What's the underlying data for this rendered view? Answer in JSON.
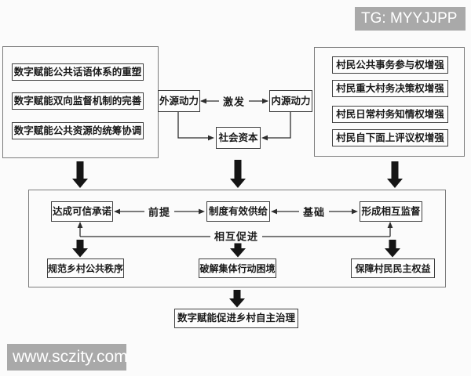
{
  "watermarks": {
    "top": "TG: MYYJJPP",
    "bottom": "www.sczity.com"
  },
  "colors": {
    "watermark_bg": "#a9a9a9",
    "watermark_text": "#ffffff",
    "box_border": "#3f3f3f",
    "container_border": "#7b7b7b",
    "arrow": "#151515",
    "text": "#1a1a1a",
    "background": "#fbfbfb"
  },
  "diagram": {
    "left_group": {
      "items": [
        "数字赋能公共话语体系的重塑",
        "数字赋能双向监督机制的完善",
        "数字赋能公共资源的统筹协调"
      ]
    },
    "right_group": {
      "items": [
        "村民公共事务参与权增强",
        "村民重大村务决策权增强",
        "村民日常村务知情权增强",
        "村民自下面上评议权增强"
      ]
    },
    "power": {
      "external": "外源动力",
      "internal": "内源动力",
      "stimulate_label": "激发",
      "social_capital": "社会资本"
    },
    "middle": {
      "commitment": "达成可信承诺",
      "premise_label": "前提",
      "institution": "制度有效供给",
      "foundation_label": "基础",
      "supervision": "形成相互监督",
      "mutual_label": "相互促进",
      "order": "规范乡村公共秩序",
      "dilemma": "破解集体行动困境",
      "rights": "保障村民民主权益"
    },
    "result": "数字赋能促进乡村自主治理"
  }
}
